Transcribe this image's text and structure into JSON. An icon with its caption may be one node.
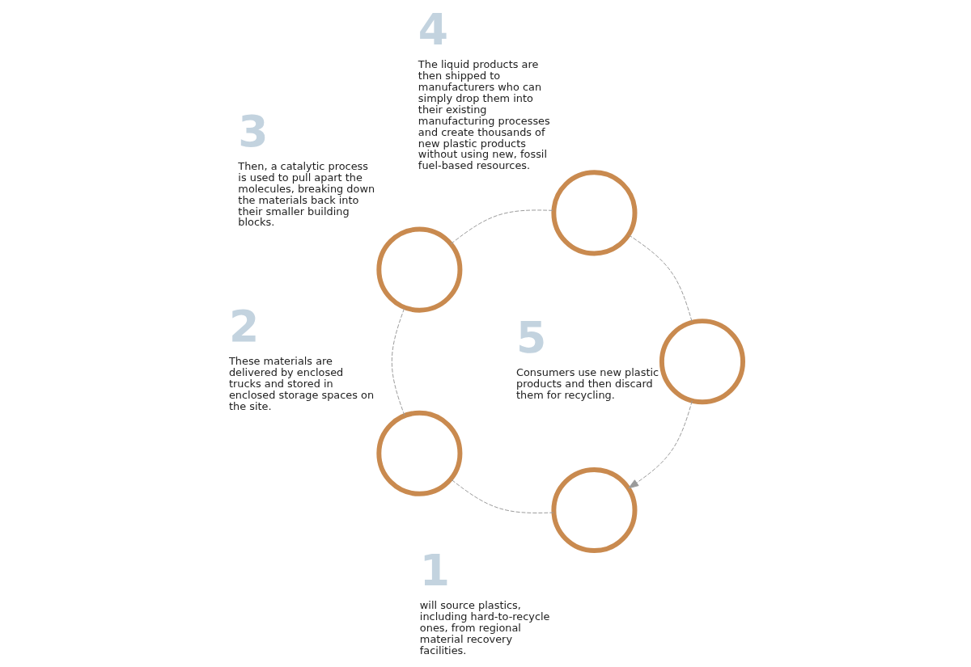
{
  "diagram": {
    "nodes": [
      {
        "text": [],
        "shape": "circle",
        "beside": [
          "1",
          "will source plastics, including hard-to-recycle ones, from regional material recovery facilities."
        ]
      },
      {
        "text": [],
        "shape": "circle",
        "beside": [
          "2",
          "These materials are delivered by enclosed trucks and stored in enclosed storage spaces on the site."
        ]
      },
      {
        "text": [],
        "shape": "circle",
        "beside": [
          "3",
          "Then, a catalytic process is used to pull apart the molecules, breaking down the materials back into their smaller building blocks."
        ]
      },
      {
        "text": [],
        "shape": "circle",
        "beside": [
          "4",
          "The liquid products are then shipped to manufacturers who can simply drop them into their existing manufacturing processes and create thousands of new plastic products without using new, fossil fuel-based resources."
        ]
      },
      {
        "text": [],
        "shape": "circle",
        "beside": [
          "5",
          "Consumers use new plastic products and then discard them for recycling."
        ]
      }
    ],
    "edges": [
      {
        "from": 0,
        "to": 1,
        "arrow": "none",
        "style": "dashed"
      },
      {
        "from": 1,
        "to": 2,
        "arrow": "none",
        "style": "dashed"
      },
      {
        "from": 2,
        "to": 3,
        "arrow": "none",
        "style": "dashed"
      },
      {
        "from": 3,
        "to": 4,
        "arrow": "none",
        "style": "dashed"
      },
      {
        "from": 4,
        "to": 0,
        "arrow": "to",
        "style": "dashed"
      }
    ]
  }
}
